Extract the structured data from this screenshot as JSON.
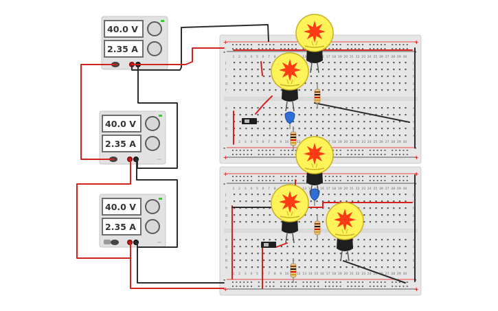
{
  "app": {
    "canvas_background": "#ffffff",
    "accent_red": "#d52020",
    "wire_black": "#2b2b2b",
    "bulb_color": "#fff35a",
    "spark_color": "#ff3b16"
  },
  "power_supplies": [
    {
      "voltage": "40.0 V",
      "current": "2.35 A",
      "knob_icons": [
        "knob-icon",
        "knob-icon"
      ]
    },
    {
      "voltage": "40.0 V",
      "current": "2.35 A",
      "knob_icons": [
        "knob-icon",
        "knob-icon"
      ]
    },
    {
      "voltage": "40.0 V",
      "current": "2.35 A",
      "knob_icons": [
        "knob-icon",
        "knob-icon"
      ]
    }
  ],
  "breadboards": [
    {
      "rail_plus": "+",
      "rail_minus": "-",
      "rows_top": [
        "j",
        "i",
        "h",
        "g",
        "f"
      ],
      "rows_bottom": [
        "e",
        "d",
        "c",
        "b",
        "a"
      ]
    },
    {
      "rail_plus": "+",
      "rail_minus": "-",
      "rows_top": [
        "j",
        "i",
        "h",
        "g",
        "f"
      ],
      "rows_bottom": [
        "e",
        "d",
        "c",
        "b",
        "a"
      ]
    }
  ],
  "components": {
    "bulbs": [
      "light-bulb-icon",
      "light-bulb-icon",
      "light-bulb-icon",
      "light-bulb-icon",
      "light-bulb-icon"
    ],
    "resistors": [
      "resistor-icon",
      "resistor-icon",
      "resistor-icon",
      "resistor-icon"
    ],
    "switches": [
      "slide-switch-icon",
      "slide-switch-icon"
    ],
    "capacitors": [
      "capacitor-icon",
      "capacitor-icon"
    ]
  }
}
